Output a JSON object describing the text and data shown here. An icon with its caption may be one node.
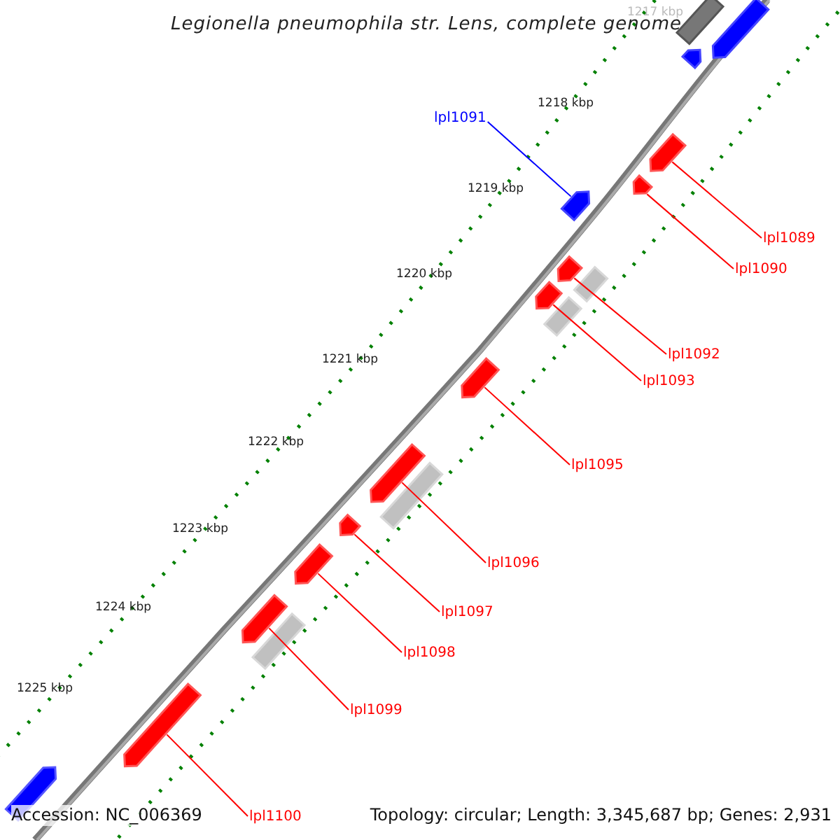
{
  "diagram": {
    "title": "Legionella pneumophila str. Lens, complete genome",
    "nodes": [
      {
        "text": [
          "lpl1089"
        ]
      },
      {
        "text": [
          "lpl1090"
        ]
      },
      {
        "text": [
          "lpl1091"
        ]
      },
      {
        "text": [
          "lpl1092"
        ]
      },
      {
        "text": [
          "lpl1093"
        ]
      },
      {
        "text": [
          "lpl1095"
        ]
      },
      {
        "text": [
          "lpl1096"
        ]
      },
      {
        "text": [
          "lpl1097"
        ]
      },
      {
        "text": [
          "lpl1098"
        ]
      },
      {
        "text": [
          "lpl1099"
        ]
      },
      {
        "text": [
          "lpl1100"
        ]
      },
      {
        "text": [],
        "shape": "bar"
      },
      {
        "text": [],
        "shape": "bar"
      },
      {
        "text": [],
        "shape": "bar"
      },
      {
        "text": [],
        "shape": "bar"
      },
      {
        "text": [],
        "shape": "bar"
      },
      {
        "text": [],
        "shape": "bar"
      },
      {
        "text": [],
        "shape": "bar"
      },
      {
        "text": [],
        "shape": "bar"
      },
      {
        "text": [],
        "shape": "bar"
      },
      {
        "text": [],
        "shape": "bar"
      },
      {
        "text": [],
        "shape": "bar"
      }
    ],
    "edges": [
      {
        "from": 0,
        "to": 11,
        "arrow": "none"
      },
      {
        "from": 1,
        "to": 12,
        "arrow": "none"
      },
      {
        "from": 2,
        "to": 13,
        "arrow": "none",
        "color": "#0000ff"
      },
      {
        "from": 3,
        "to": 14,
        "arrow": "none"
      },
      {
        "from": 4,
        "to": 15,
        "arrow": "none"
      },
      {
        "from": 5,
        "to": 16,
        "arrow": "none"
      },
      {
        "from": 6,
        "to": 17,
        "arrow": "none"
      },
      {
        "from": 7,
        "to": 18,
        "arrow": "none"
      },
      {
        "from": 8,
        "to": 19,
        "arrow": "none"
      },
      {
        "from": 9,
        "to": 20,
        "arrow": "none"
      },
      {
        "from": 10,
        "to": 21,
        "arrow": "none"
      }
    ],
    "labels": [
      "1217 kbp",
      "1218 kbp",
      "1219 kbp",
      "1220 kbp",
      "1221 kbp",
      "1222 kbp",
      "1223 kbp",
      "1224 kbp",
      "1225 kbp",
      "Accession: NC_006369",
      "Topology: circular; Length: 3,345,687 bp; Genes: 2,931"
    ]
  }
}
